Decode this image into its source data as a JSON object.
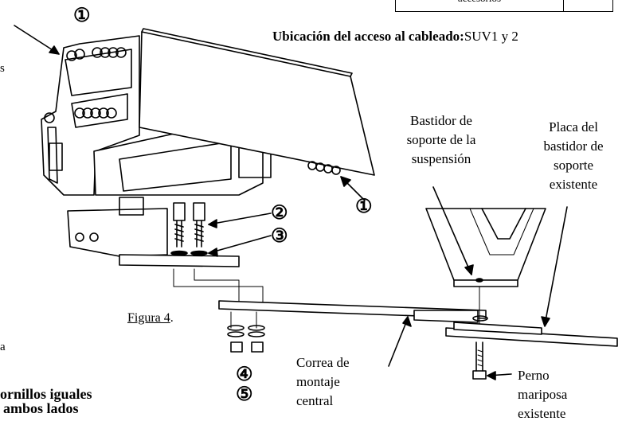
{
  "table_fragment": {
    "cell_text": "accesorios"
  },
  "wiring": {
    "label": "Ubicación del acceso al cableado:",
    "value": "SUV1 y 2"
  },
  "callouts": {
    "c1_top": "①",
    "c1_right": "①",
    "c2": "②",
    "c3": "③",
    "c4": "④",
    "c5": "⑤"
  },
  "labels": {
    "bastidor_soporte": [
      "Bastidor de",
      "soporte de la",
      "suspensión"
    ],
    "placa_bastidor": [
      "Placa del",
      "bastidor de",
      "soporte",
      "existente"
    ],
    "correa": [
      "Correa de",
      "montaje",
      "central"
    ],
    "perno": [
      "Perno",
      "mariposa",
      "existente"
    ]
  },
  "figure_caption": "Figura 4",
  "figure_caption_suffix": ".",
  "left_fragments": {
    "s": "s",
    "a": "a"
  },
  "bottom_note": [
    "tornillos iguales",
    "ambos lados"
  ]
}
